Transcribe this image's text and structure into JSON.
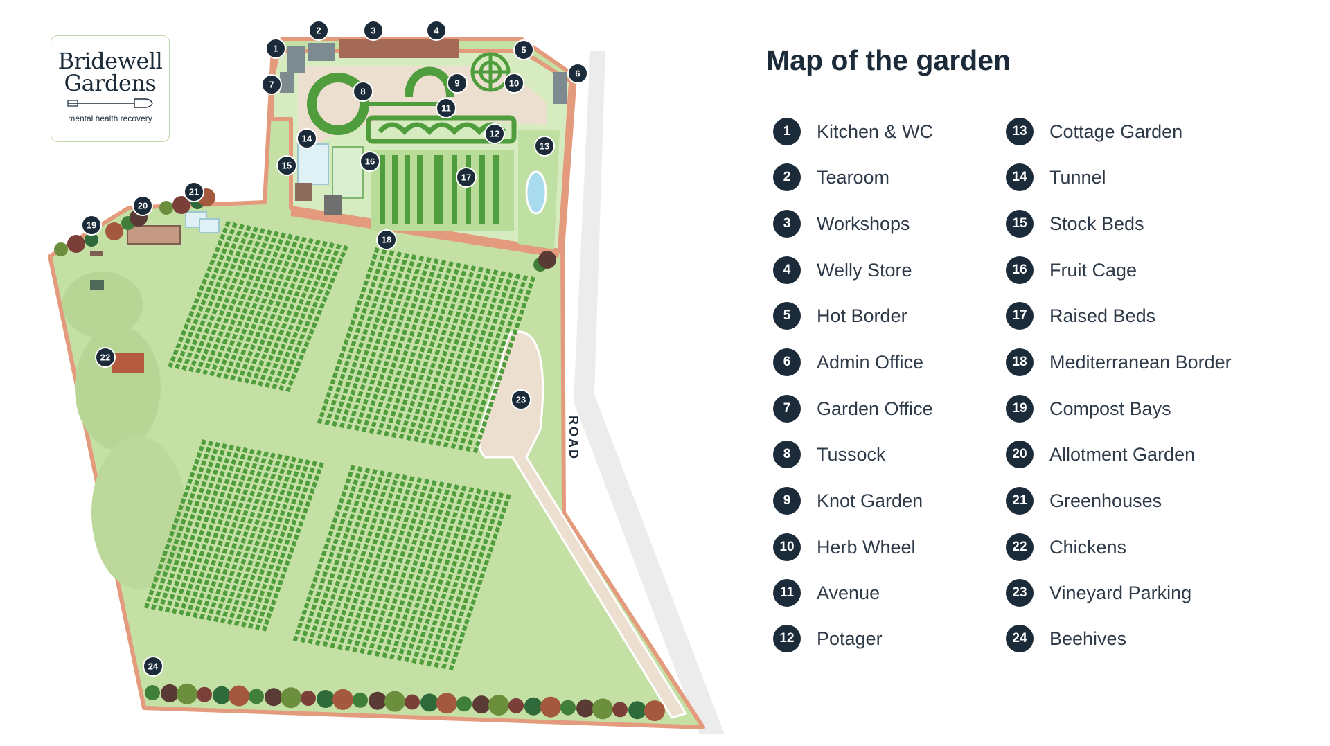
{
  "logo": {
    "line1": "Bridewell",
    "line2": "Gardens",
    "tagline": "mental health recovery"
  },
  "title": "Map of the garden",
  "road_label": "ROAD",
  "colors": {
    "navy": "#1c2b39",
    "grass": "#c5e0a5",
    "vine": "#4f9d3c",
    "boundary": "#e49a7c",
    "path": "#ecdfcf",
    "road": "#ececec"
  },
  "locations": [
    {
      "num": "1",
      "name": "Kitchen & WC"
    },
    {
      "num": "2",
      "name": "Tearoom"
    },
    {
      "num": "3",
      "name": "Workshops"
    },
    {
      "num": "4",
      "name": "Welly Store"
    },
    {
      "num": "5",
      "name": "Hot Border"
    },
    {
      "num": "6",
      "name": "Admin Office"
    },
    {
      "num": "7",
      "name": "Garden Office"
    },
    {
      "num": "8",
      "name": "Tussock"
    },
    {
      "num": "9",
      "name": "Knot Garden"
    },
    {
      "num": "10",
      "name": "Herb Wheel"
    },
    {
      "num": "11",
      "name": "Avenue"
    },
    {
      "num": "12",
      "name": "Potager"
    },
    {
      "num": "13",
      "name": "Cottage Garden"
    },
    {
      "num": "14",
      "name": "Tunnel"
    },
    {
      "num": "15",
      "name": "Stock Beds"
    },
    {
      "num": "16",
      "name": "Fruit Cage"
    },
    {
      "num": "17",
      "name": "Raised Beds"
    },
    {
      "num": "18",
      "name": "Mediterranean Border"
    },
    {
      "num": "19",
      "name": "Compost Bays"
    },
    {
      "num": "20",
      "name": "Allotment Garden"
    },
    {
      "num": "21",
      "name": "Greenhouses"
    },
    {
      "num": "22",
      "name": "Chickens"
    },
    {
      "num": "23",
      "name": "Vineyard Parking"
    },
    {
      "num": "24",
      "name": "Beehives"
    }
  ]
}
